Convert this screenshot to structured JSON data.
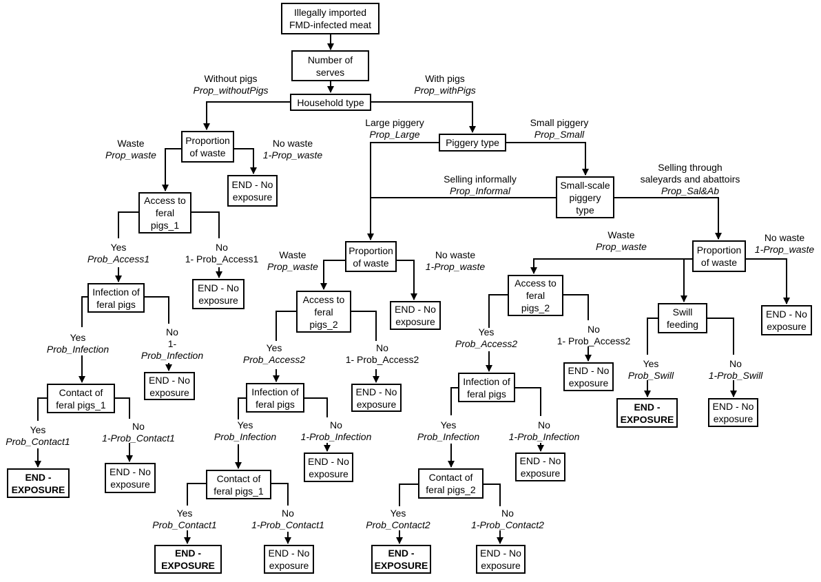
{
  "nodes": {
    "root": [
      "Illegally imported",
      "FMD-infected meat"
    ],
    "serves": [
      "Number of",
      "serves"
    ],
    "household": [
      "Household type"
    ],
    "propWasteA": [
      "Proportion",
      "of waste"
    ],
    "endA": [
      "END - No",
      "exposure"
    ],
    "accessA": [
      "Access to",
      "feral",
      "pigs_1"
    ],
    "endB": [
      "END - No",
      "exposure"
    ],
    "infectA": [
      "Infection of",
      "feral pigs"
    ],
    "endC": [
      "END - No",
      "exposure"
    ],
    "contactA": [
      "Contact  of",
      "feral pigs_1"
    ],
    "endExpA": [
      "END -",
      "EXPOSURE"
    ],
    "endD": [
      "END - No",
      "exposure"
    ],
    "piggery": [
      "Piggery type"
    ],
    "smallType": [
      "Small-scale",
      "piggery",
      "type"
    ],
    "propWasteB": [
      "Proportion",
      "of waste"
    ],
    "endE": [
      "END - No",
      "exposure"
    ],
    "accessB": [
      "Access to",
      "feral",
      "pigs_2"
    ],
    "endF": [
      "END - No",
      "exposure"
    ],
    "infectB": [
      "Infection of",
      "feral pigs"
    ],
    "endG": [
      "END - No",
      "exposure"
    ],
    "contactB": [
      "Contact  of",
      "feral pigs_1"
    ],
    "endExpB": [
      "END -",
      "EXPOSURE"
    ],
    "endH": [
      "END - No",
      "exposure"
    ],
    "propWasteC": [
      "Proportion",
      "of waste"
    ],
    "endI": [
      "END - No",
      "exposure"
    ],
    "accessC": [
      "Access to",
      "feral",
      "pigs_2"
    ],
    "endJ": [
      "END - No",
      "exposure"
    ],
    "infectC": [
      "Infection of",
      "feral pigs"
    ],
    "endK": [
      "END - No",
      "exposure"
    ],
    "contactC": [
      "Contact  of",
      "feral pigs_2"
    ],
    "endExpC": [
      "END -",
      "EXPOSURE"
    ],
    "endL": [
      "END - No",
      "exposure"
    ],
    "swill": [
      "Swill",
      "feeding"
    ],
    "endExpD": [
      "END -",
      "EXPOSURE"
    ],
    "endM": [
      "END - No",
      "exposure"
    ]
  },
  "labels": {
    "withoutPigs": [
      "Without pigs",
      "Prop_withoutPigs"
    ],
    "withPigs": [
      "With pigs",
      "Prop_withPigs"
    ],
    "wasteA": [
      "Waste",
      "Prop_waste"
    ],
    "noWasteA": [
      "No waste",
      "1-Prop_waste"
    ],
    "yesA1": [
      "Yes",
      "Prob_Access1"
    ],
    "noA1": [
      "No",
      "1- Prob_Access1"
    ],
    "yesA2": [
      "Yes",
      "Prob_Infection"
    ],
    "noA2": [
      "No",
      "1-",
      "Prob_Infection"
    ],
    "yesA3": [
      "Yes",
      "Prob_Contact1"
    ],
    "noA3": [
      "No",
      "1-Prob_Contact1"
    ],
    "largePiggery": [
      "Large piggery",
      "Prop_Large"
    ],
    "smallPiggery": [
      "Small piggery",
      "Prop_Small"
    ],
    "sellInformal": [
      "Selling informally",
      "Prop_Informal"
    ],
    "sellSaleyards": [
      "Selling through",
      "saleyards and abattoirs",
      "Prop_Sal&Ab"
    ],
    "wasteB": [
      "Waste",
      "Prop_waste"
    ],
    "noWasteB": [
      "No waste",
      "1-Prop_waste"
    ],
    "yesB1": [
      "Yes",
      "Prob_Access2"
    ],
    "noB1": [
      "No",
      "1- Prob_Access2"
    ],
    "yesB2": [
      "Yes",
      "Prob_Infection"
    ],
    "noB2": [
      "No",
      "1-Prob_Infection"
    ],
    "yesB3": [
      "Yes",
      "Prob_Contact1"
    ],
    "noB3": [
      "No",
      "1-Prob_Contact1"
    ],
    "wasteC": [
      "Waste",
      "Prop_waste"
    ],
    "noWasteC": [
      "No waste",
      "1-Prop_waste"
    ],
    "yesC1": [
      "Yes",
      "Prob_Access2"
    ],
    "noC1": [
      "No",
      "1- Prob_Access2"
    ],
    "yesC2": [
      "Yes",
      "Prob_Infection"
    ],
    "noC2": [
      "No",
      "1-Prob_Infection"
    ],
    "yesC3": [
      "Yes",
      "Prob_Contact2"
    ],
    "noC3": [
      "No",
      "1-Prob_Contact2"
    ],
    "yesSwill": [
      "Yes",
      "Prob_Swill"
    ],
    "noSwill": [
      "No",
      "1-Prob_Swill"
    ]
  }
}
